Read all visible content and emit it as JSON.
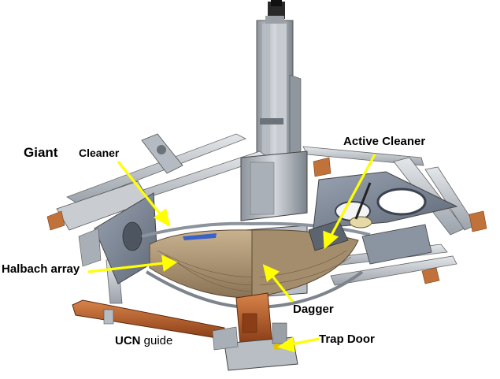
{
  "labels": {
    "giant": "Giant",
    "cleaner": "Cleaner",
    "active_cleaner": "Active Cleaner",
    "halbach_array": "Halbach array",
    "dagger": "Dagger",
    "ucn_bold": "UCN",
    "ucn_rest": " guide",
    "trap_door": "Trap Door"
  },
  "colors": {
    "arrow": "#ffff00",
    "background": "#ffffff",
    "frame": "#9aa0a6",
    "plate": "#7f8a99",
    "copper": "#b5652a",
    "guide": "#b04a1e"
  }
}
